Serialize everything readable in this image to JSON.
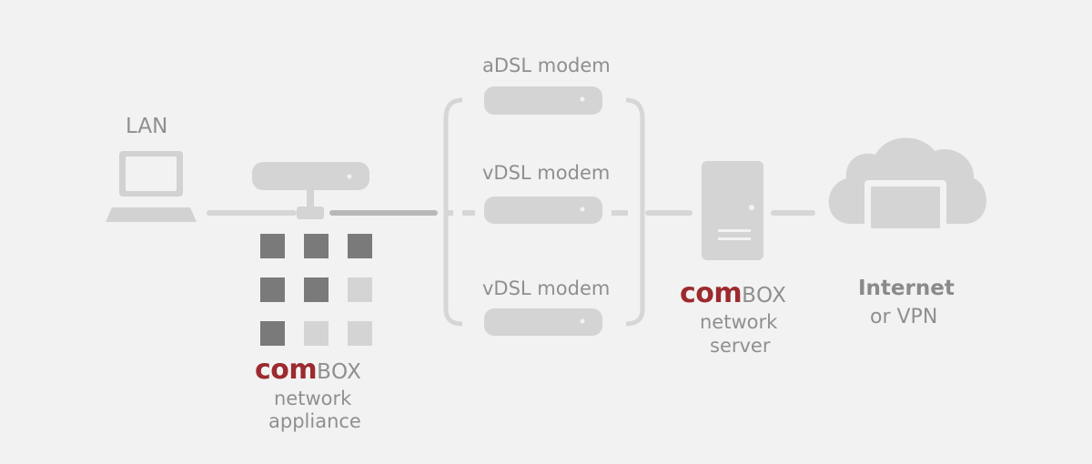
{
  "lan_label": "LAN",
  "modems": [
    {
      "label": "aDSL modem"
    },
    {
      "label": "vDSL modem"
    },
    {
      "label": "vDSL modem"
    }
  ],
  "appliance": {
    "brand_strong": "com",
    "brand_rest": "BOX",
    "line1": "network",
    "line2": "appliance"
  },
  "server": {
    "brand_strong": "com",
    "brand_rest": "BOX",
    "line1": "network",
    "line2": "server"
  },
  "internet": {
    "line1": "Internet",
    "line2": "or VPN"
  },
  "colors": {
    "device_gray": "#d4d4d4",
    "dark_square": "#7a7a7a",
    "light_square": "#d4d4d4",
    "brand_red": "#9c2a2e",
    "text_gray": "#8f8f8f"
  },
  "square_grid": [
    [
      "dark",
      "dark",
      "dark"
    ],
    [
      "dark",
      "dark",
      "light"
    ],
    [
      "dark",
      "light",
      "light"
    ]
  ]
}
